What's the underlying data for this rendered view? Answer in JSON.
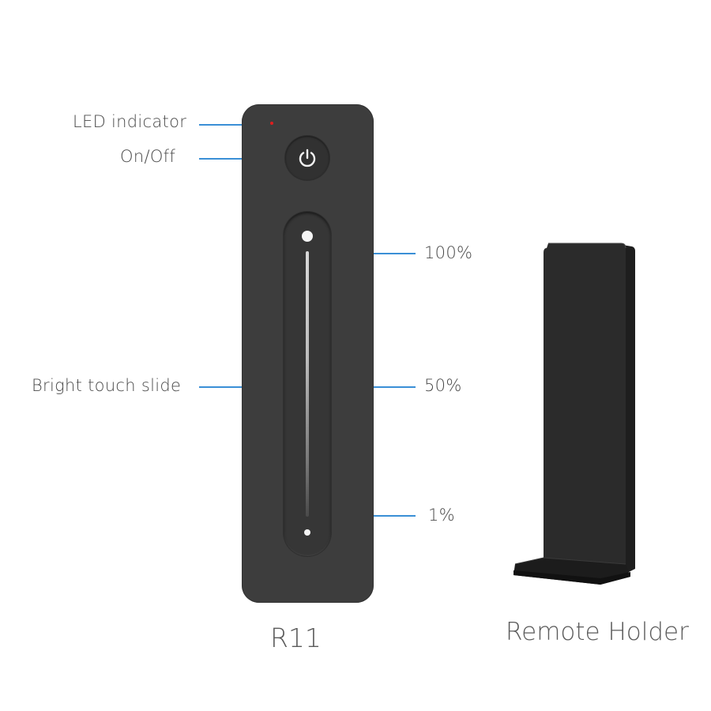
{
  "callouts": {
    "led_indicator": "LED indicator",
    "on_off": "On/Off",
    "bright_touch_slide": "Bright touch slide",
    "level_100": "100%",
    "level_50": "50%",
    "level_1": "1%"
  },
  "captions": {
    "remote": "R11",
    "holder": "Remote Holder"
  },
  "icons": {
    "power": "power-icon",
    "led": "led-indicator-dot"
  },
  "colors": {
    "remote_body": "#3d3d3d",
    "leader_line": "#3a8fd6",
    "led": "#e01e1e",
    "text": "#4a4a4a"
  }
}
